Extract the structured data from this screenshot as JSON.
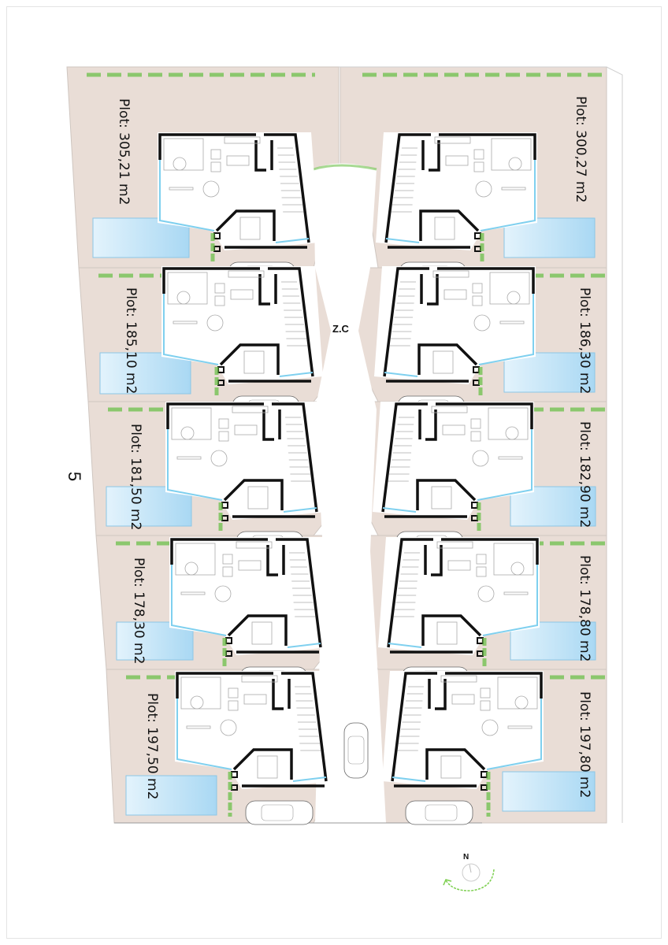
{
  "plots": [
    {
      "side": "left",
      "label": "Plot: 305,21 m2"
    },
    {
      "side": "right",
      "label": "Plot: 300,27 m2"
    },
    {
      "side": "left",
      "label": "Plot: 185,10 m2"
    },
    {
      "side": "right",
      "label": "Plot: 186,30 m2"
    },
    {
      "side": "left",
      "label": "Plot: 181,50 m2"
    },
    {
      "side": "right",
      "label": "Plot: 182,90 m2"
    },
    {
      "side": "left",
      "label": "Plot: 178,30 m2"
    },
    {
      "side": "right",
      "label": "Plot: 178,80 m2"
    },
    {
      "side": "left",
      "label": "Plot: 197,50 m2"
    },
    {
      "side": "right",
      "label": "Plot: 197,80 m2"
    }
  ],
  "common_zone_label": "Z.C",
  "block_number": "5",
  "compass": {
    "label": "N"
  },
  "colors": {
    "plot": "#e9ddd6",
    "pool": "#a9d8f3",
    "hedge": "#6cc04a",
    "wall": "#111111",
    "glazing": "#7fd0ef"
  }
}
